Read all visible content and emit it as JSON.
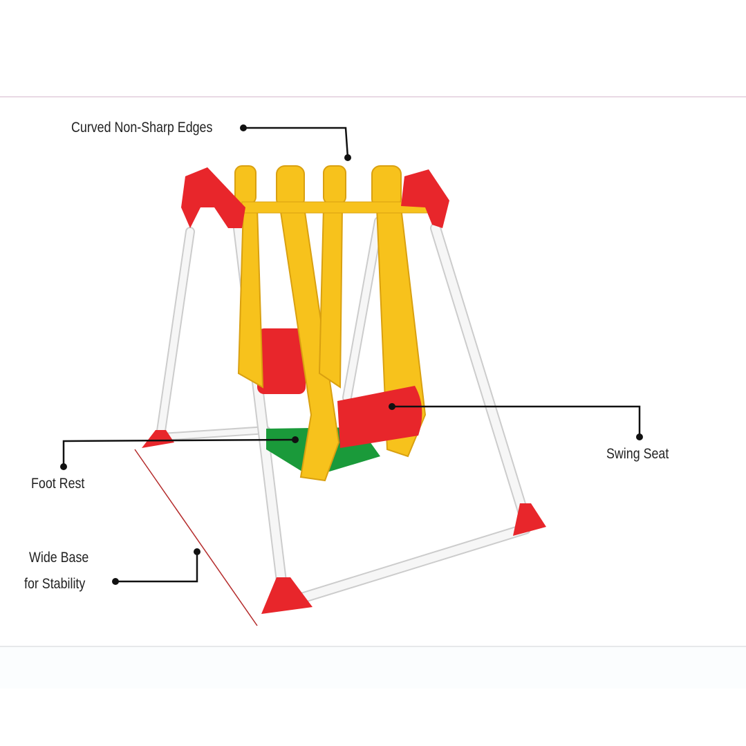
{
  "annotations": {
    "edges": "Curved Non-Sharp Edges",
    "seat": "Swing Seat",
    "footrest": "Foot Rest",
    "base_line1": "Wide Base",
    "base_line2": "for Stability"
  },
  "colors": {
    "frame_red": "#e8262b",
    "frame_yellow": "#f7c21c",
    "footrest_green": "#1a9a3a",
    "leg_white": "#f4f4f4",
    "leader": "#111111"
  }
}
